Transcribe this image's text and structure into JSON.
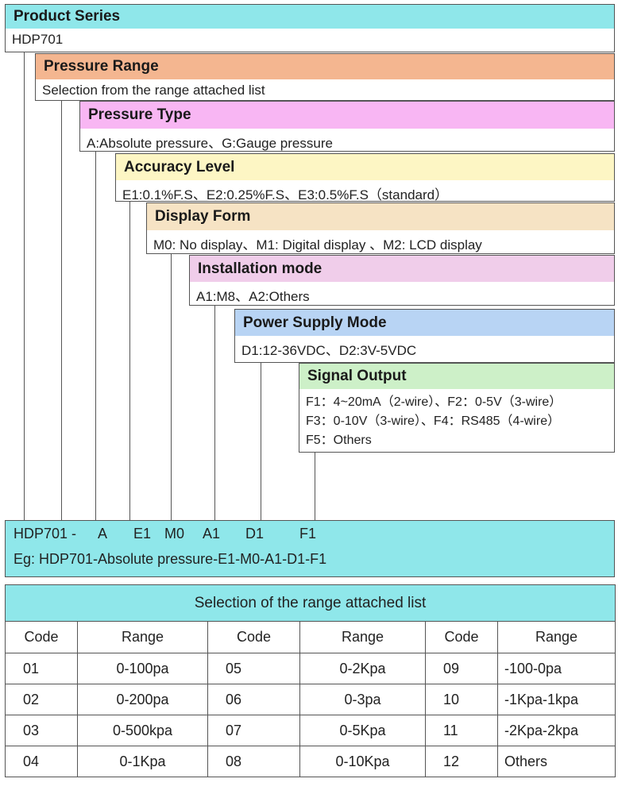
{
  "sections": [
    {
      "id": "product-series",
      "title": "Product Series",
      "desc": "HDP701",
      "color": "#8fe7ea"
    },
    {
      "id": "pressure-range",
      "title": "Pressure Range",
      "desc": "Selection from the range attached list",
      "color": "#f4b690"
    },
    {
      "id": "pressure-type",
      "title": "Pressure Type",
      "desc": "A:Absolute pressure、G:Gauge pressure",
      "color": "#f8b6f3"
    },
    {
      "id": "accuracy-level",
      "title": "Accuracy Level",
      "desc": "E1:0.1%F.S、E2:0.25%F.S、E3:0.5%F.S（standard）",
      "color": "#fdf6c4"
    },
    {
      "id": "display-form",
      "title": "Display Form",
      "desc": "M0: No display、M1: Digital display 、M2: LCD display",
      "color": "#f6e3c4"
    },
    {
      "id": "installation-mode",
      "title": "Installation mode",
      "desc": "A1:M8、A2:Others",
      "color": "#f0cdea"
    },
    {
      "id": "power-supply-mode",
      "title": "Power Supply Mode",
      "desc": "D1:12-36VDC、D2:3V-5VDC",
      "color": "#b8d4f4"
    },
    {
      "id": "signal-output",
      "title": "Signal Output",
      "desc_lines": [
        "F1：4~20mA（2-wire）、F2：0-5V（3-wire）",
        "F3：0-10V（3-wire）、F4：RS485（4-wire）",
        "F5：Others"
      ],
      "color": "#cdf0c8"
    }
  ],
  "code_example": {
    "tokens": [
      "HDP701 -",
      "A",
      "E1",
      "M0",
      "A1",
      "D1",
      "F1"
    ],
    "example": "Eg: HDP701-Absolute pressure-E1-M0-A1-D1-F1"
  },
  "range_table": {
    "title": "Selection of the range attached list",
    "headers": [
      "Code",
      "Range",
      "Code",
      "Range",
      "Code",
      "Range"
    ],
    "rows": [
      [
        "01",
        "0-100pa",
        "05",
        "0-2Kpa",
        "09",
        "-100-0pa"
      ],
      [
        "02",
        "0-200pa",
        "06",
        "0-3pa",
        "10",
        "-1Kpa-1kpa"
      ],
      [
        "03",
        "0-500kpa",
        "07",
        "0-5Kpa",
        "11",
        "-2Kpa-2kpa"
      ],
      [
        "04",
        "0-1Kpa",
        "08",
        "0-10Kpa",
        "12",
        "Others"
      ]
    ]
  }
}
